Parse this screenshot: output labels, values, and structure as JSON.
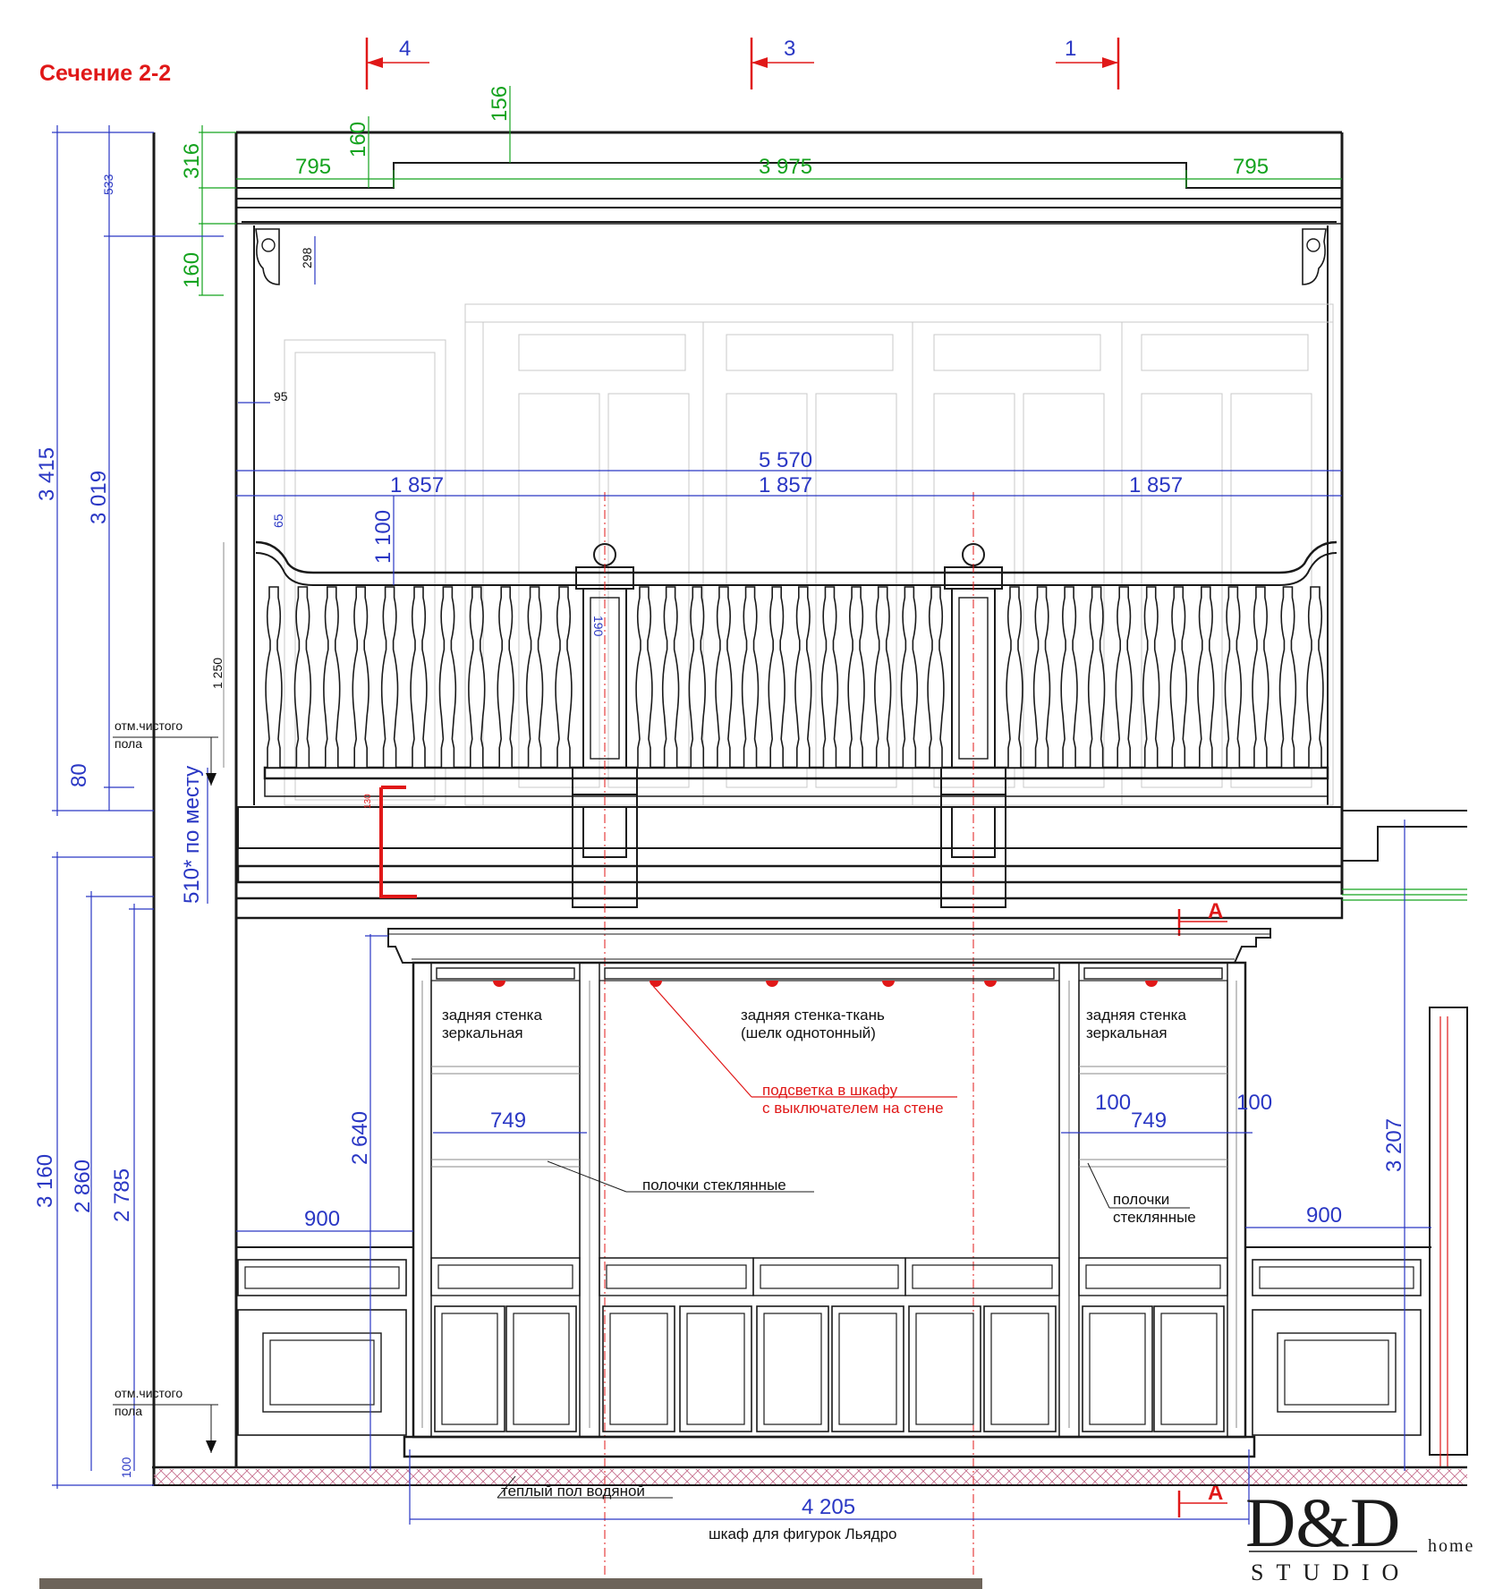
{
  "section_title": "Сечение 2-2",
  "section_marks": [
    "4",
    "3",
    "1"
  ],
  "cut_marks": [
    "А",
    "А"
  ],
  "dims_green": {
    "d316": "316",
    "d160a": "160",
    "d156": "156",
    "d160b": "160",
    "d795_left": "795",
    "d3975": "3 975",
    "d795_right": "795"
  },
  "dims_upper": {
    "d3415": "3 415",
    "d3019": "3 019",
    "d533": "533",
    "d298": "298",
    "d95": "95",
    "d5570": "5 570",
    "d1857_left": "1 857",
    "d1857_mid": "1 857",
    "d1857_right": "1 857",
    "d1100": "1 100",
    "d65": "65",
    "d1250": "1 250",
    "d80": "80",
    "d510": "510* по месту",
    "d190": "190",
    "d130": "130"
  },
  "dims_lower": {
    "d3160": "3 160",
    "d2860": "2 860",
    "d2785": "2 785",
    "d2640": "2 640",
    "d749_left": "749",
    "d749_right": "749",
    "d100_a": "100",
    "d100_b": "100",
    "d900_left": "900",
    "d900_right": "900",
    "d3207": "3 207",
    "d4205": "4 205",
    "d100_floor": "100"
  },
  "labels": {
    "floor_level_1a": "отм.чистого",
    "floor_level_1b": "пола",
    "floor_level_2a": "отм.чистого",
    "floor_level_2b": "пола",
    "back_mirror_left_1": "задняя стенка",
    "back_mirror_left_2": "зеркальная",
    "back_fabric_1": "задняя стенка-ткань",
    "back_fabric_2": "(шелк однотонный)",
    "back_mirror_right_1": "задняя стенка",
    "back_mirror_right_2": "зеркальная",
    "lighting_1": "подсветка в шкафу",
    "lighting_2": "с выключателем на стене",
    "glass_shelves_center": "полочки стеклянные",
    "glass_shelves_right_1": "полочки",
    "glass_shelves_right_2": "стеклянные",
    "warm_floor": "теплый пол водяной",
    "cabinet_caption": "шкаф для фигурок Льядро"
  },
  "logo": {
    "main": "D&D",
    "studio": "STUDIO",
    "home": "home"
  },
  "colors": {
    "dimension_blue": "#2a37c4",
    "dimension_green": "#15a31f",
    "annotation_red": "#e01818",
    "line_black": "#1a1a1a"
  }
}
